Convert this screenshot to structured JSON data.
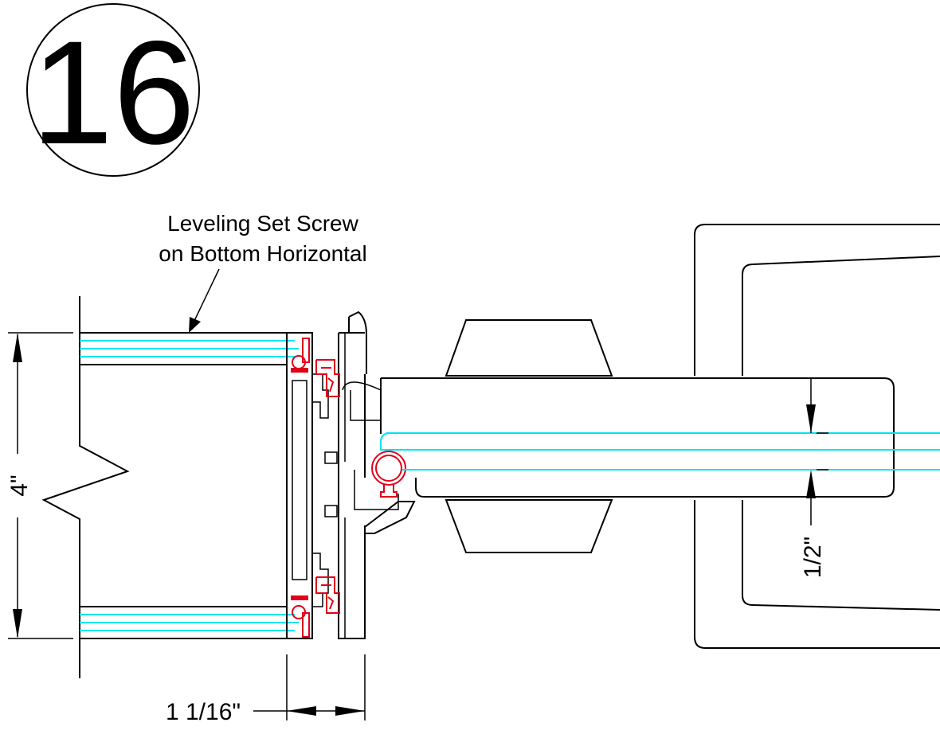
{
  "detail": {
    "number": "16"
  },
  "callout": {
    "line1": "Leveling Set Screw",
    "line2": "on Bottom Horizontal"
  },
  "dimensions": {
    "height": "4\"",
    "depth": "1 1/16\"",
    "gap": "1/2\""
  },
  "colors": {
    "glass": "#00e5f0",
    "gasket": "#e0001a",
    "linework": "#000000"
  }
}
